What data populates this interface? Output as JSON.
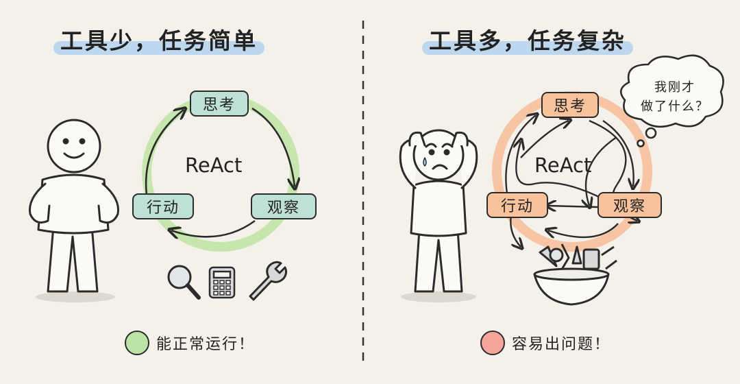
{
  "left": {
    "title": "工具少，任务简单",
    "center_label": "ReAct",
    "nodes": {
      "think": "思考",
      "observe": "观察",
      "act": "行动"
    },
    "status": "能正常运行！",
    "tool_icons": [
      "search-icon",
      "calculator-icon",
      "wrench-icon"
    ]
  },
  "right": {
    "title": "工具多，任务复杂",
    "center_label": "ReAct",
    "nodes": {
      "think": "思考",
      "observe": "观察",
      "act": "行动"
    },
    "thought_line1": "我刚才",
    "thought_line2": "做了什么？",
    "status": "容易出问题！"
  },
  "colors": {
    "background": "#f4f1ea",
    "left_highlight": "#bcd7ee",
    "left_ring": "#c6e6ad",
    "left_node": "#bfe0d6",
    "right_ring": "#f7c5a4",
    "right_node": "#f8c39c",
    "ok_badge": "#bde3a9",
    "error_badge": "#f5a59a"
  }
}
